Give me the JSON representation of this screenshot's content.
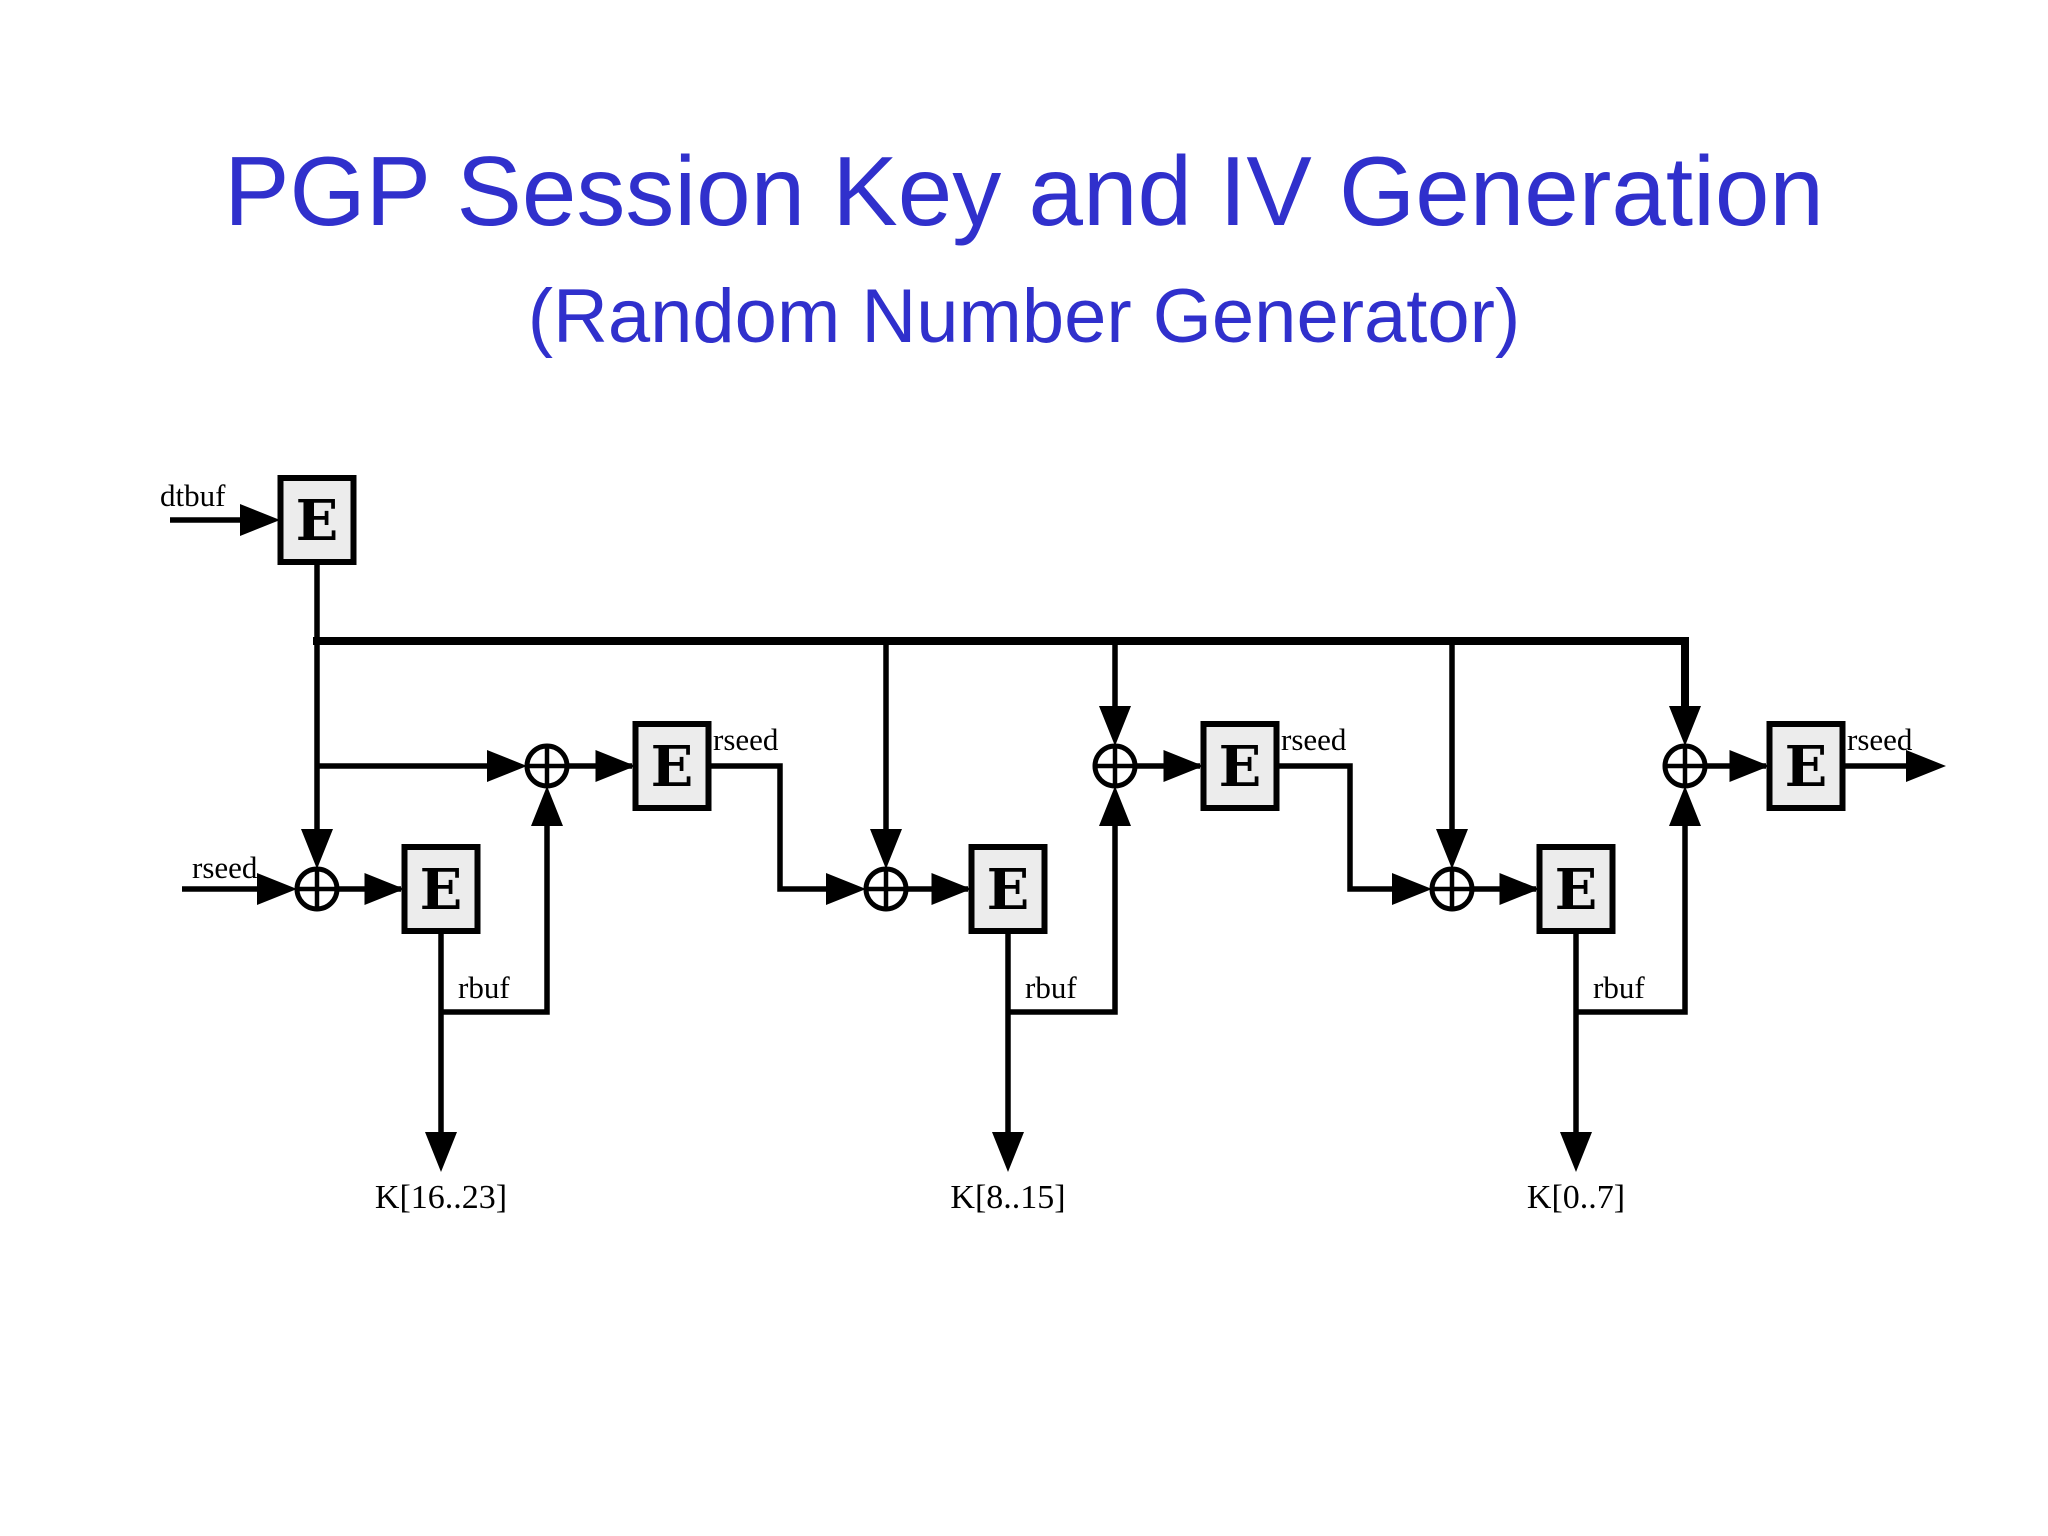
{
  "slide": {
    "title": "PGP Session Key and IV Generation",
    "subtitle": "(Random Number Generator)",
    "title_color": "#3030CC",
    "background_color": "#ffffff"
  },
  "diagram": {
    "encrypt_box_label": "E",
    "dtbuf_label": "dtbuf",
    "rseed_input_label": "rseed",
    "output_label": "rseed",
    "line_color": "#000000",
    "box_fill": "#ececec",
    "stages": [
      {
        "rseed_label": "rseed",
        "rbuf_label": "rbuf",
        "key_output_label": "K[16..23]"
      },
      {
        "rseed_label": "rseed",
        "rbuf_label": "rbuf",
        "key_output_label": "K[8..15]"
      },
      {
        "rseed_label": "rseed",
        "rbuf_label": "rbuf",
        "key_output_label": "K[0..7]"
      }
    ]
  }
}
